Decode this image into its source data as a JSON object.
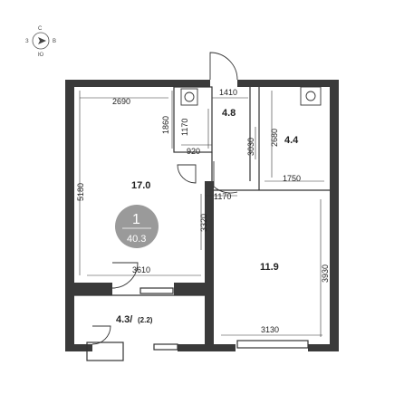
{
  "compass": {
    "north": "С",
    "east": "В",
    "south": "Ю",
    "west": "З"
  },
  "badge": {
    "rooms": "1",
    "total_area": "40.3"
  },
  "rooms": {
    "living": "17.0",
    "bath": "4.8",
    "wc": "4.4",
    "kitchen": "11.9",
    "balcony": "4.3/",
    "balcony_reduced": "(2.2)"
  },
  "dimensions": {
    "d2690": "2690",
    "d1410": "1410",
    "d1860": "1860",
    "d1170a": "1170",
    "d920": "920",
    "d3030": "3030",
    "d2680": "2680",
    "d1750": "1750",
    "d5180": "5180",
    "d1170b": "1170",
    "d3320": "3320",
    "d3610": "3610",
    "d3930": "3930",
    "d3130": "3130"
  },
  "colors": {
    "wall": "#3a3a3a",
    "badge": "#9a9a9a",
    "line": "#333333"
  }
}
